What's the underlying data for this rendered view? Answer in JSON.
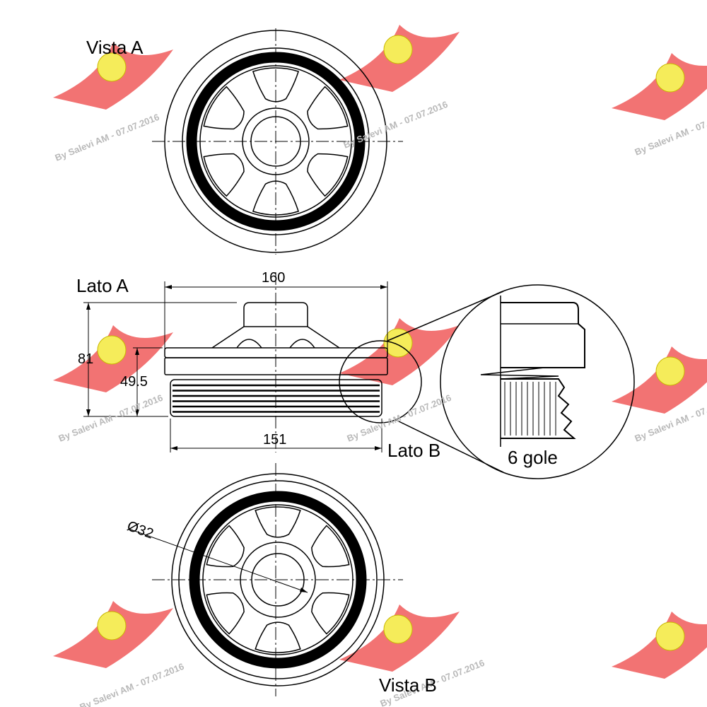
{
  "views": {
    "view_a": "Vista A",
    "view_b": "Vista B",
    "side_a": "Lato A",
    "side_b": "Lato B"
  },
  "dimensions": {
    "outer_diameter": "160",
    "groove_diameter": "151",
    "total_height": "81",
    "body_height": "49.5",
    "bore": "Ø32"
  },
  "detail": {
    "grooves": "6 gole"
  },
  "watermark": {
    "text": "By Salevi AM - 07.07.2016",
    "logo_color": "#f05a5a",
    "badge_color": "#f5ec5a"
  }
}
